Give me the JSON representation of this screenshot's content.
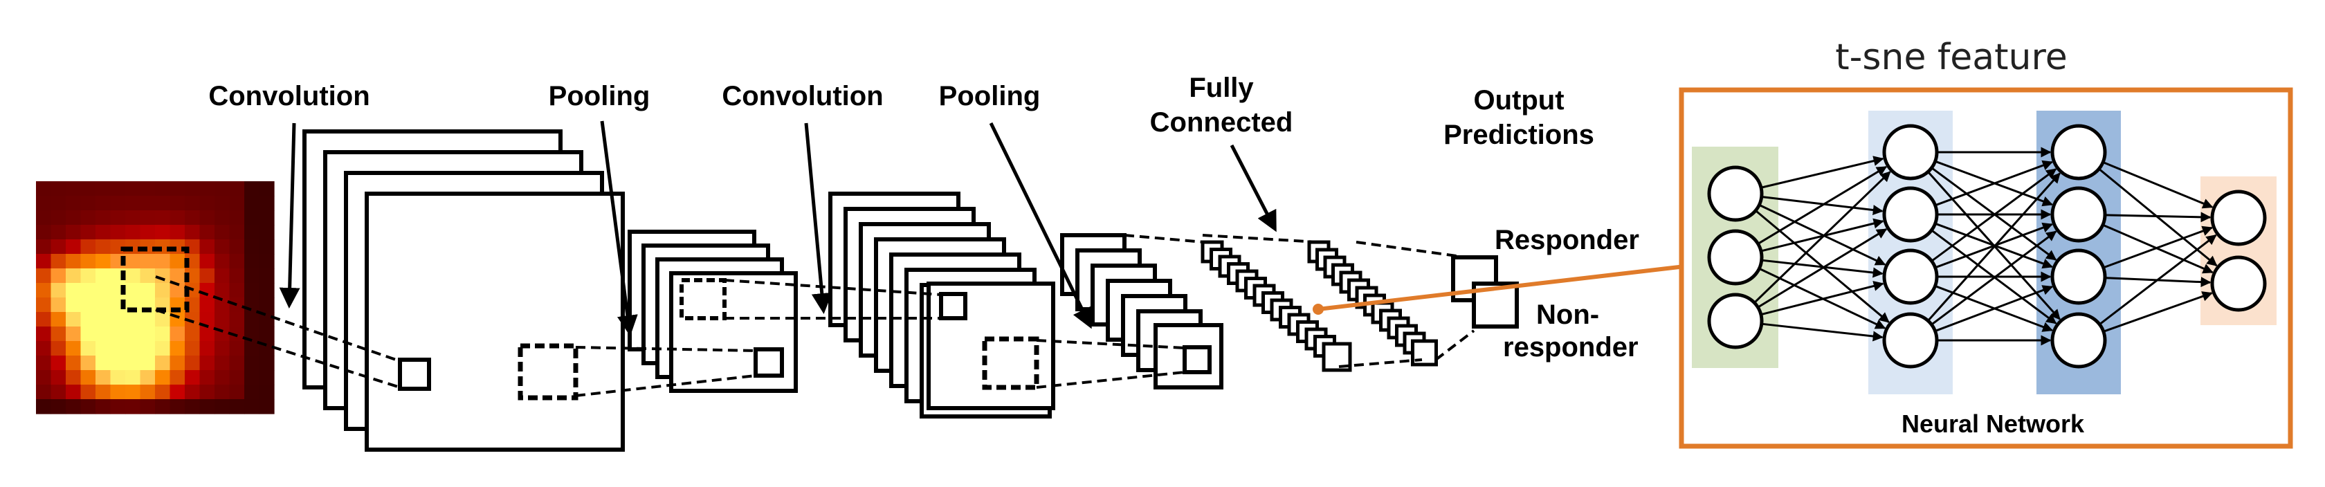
{
  "labels": {
    "conv1": "Convolution",
    "pool1": "Pooling",
    "conv2": "Convolution",
    "pool2": "Pooling",
    "fc_line1": "Fully",
    "fc_line2": "Connected",
    "out_line1": "Output",
    "out_line2": "Predictions",
    "responder": "Responder",
    "nonresponder_line1": "Non-",
    "nonresponder_line2": "responder",
    "tsne_title": "t-sne  feature",
    "nn_label": "Neural Network"
  },
  "colors": {
    "accent_orange": "#e07b2a",
    "input_layer_bg": "#d7e4c4",
    "hidden1_bg": "#dae6f4",
    "hidden2_bg": "#9bb9dd",
    "output_layer_bg": "#fbe1cd"
  },
  "network": {
    "layer_sizes": [
      3,
      4,
      4,
      2
    ]
  }
}
